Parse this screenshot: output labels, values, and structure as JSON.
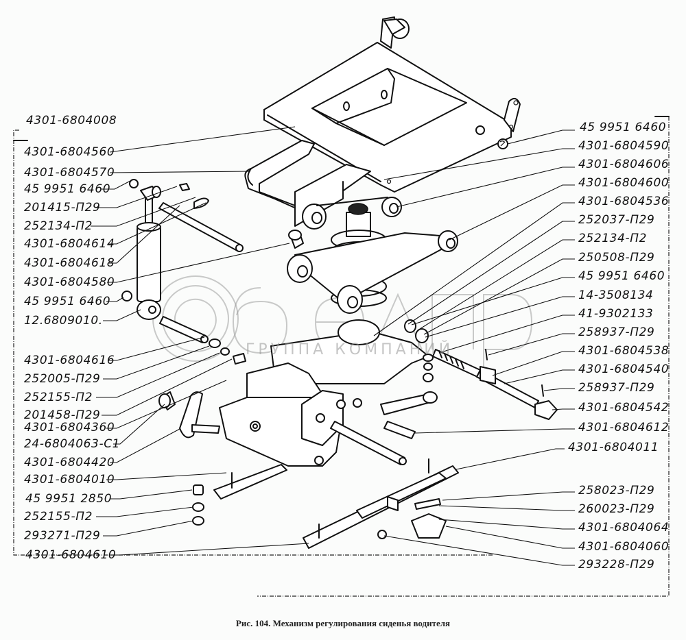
{
  "figure": {
    "caption": "Рис. 104.  Механизм регулирования сиденья водителя",
    "watermark": {
      "brand": "белАвтоПро",
      "subtitle": "ГРУППА  КОМПАНИЙ"
    },
    "corner_stamp": "~"
  },
  "group_label": "4301-6804008",
  "left_labels": [
    "4301-6804560",
    "4301-6804570",
    "45 9951 6460",
    "201415-П29",
    "252134-П2",
    "4301-6804614",
    "4301-6804618",
    "4301-6804580",
    "45 9951 6460",
    "12.6809010.",
    "4301-6804616",
    "252005-П29",
    "252155-П2",
    "201458-П29",
    "4301-6804360",
    "24-6804063-С1",
    "4301-6804420",
    "4301-6804010",
    "45 9951 2850",
    "252155-П2",
    "293271-П29",
    "4301-6804610"
  ],
  "right_labels": [
    "45 9951 6460",
    "4301-6804590",
    "4301-6804606",
    "4301-6804600",
    "4301-6804536",
    "252037-П29",
    "252134-П2",
    "250508-П29",
    "45  9951 6460",
    "14-3508134",
    "41-9302133",
    "258937-П29",
    "4301-6804538",
    "4301-6804540",
    "258937-П29",
    "4301-6804542",
    "4301-6804612",
    "4301-6804011",
    "258023-П29",
    "260023-П29",
    "4301-6804064",
    "4301-6804060",
    "293228-П29"
  ]
}
